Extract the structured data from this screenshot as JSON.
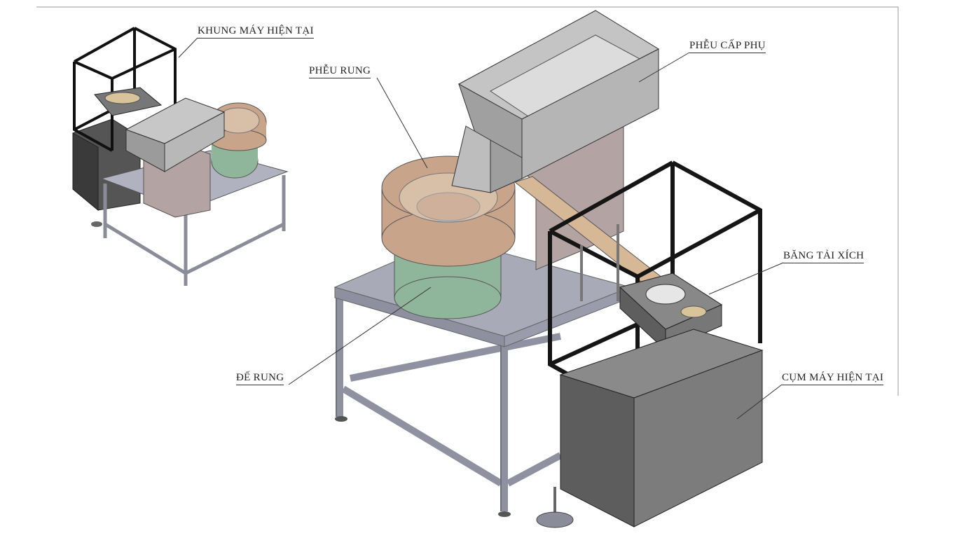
{
  "labels": {
    "khung_may": "KHUNG MÁY HIỆN TẠI",
    "pheu_rung": "PHỄU RUNG",
    "pheu_cap_phu": "PHỄU CẤP PHỤ",
    "bang_tai_xich": "BĂNG TẢI XÍCH",
    "cum_may": "CỤM MÁY HIỆN TẠI",
    "de_rung": "ĐẾ RUNG"
  },
  "colors": {
    "frame_black": "#1a1a1a",
    "steel_frame": "#9a9caa",
    "table_top": "#a8aab8",
    "hopper_gray": "#a9a9a9",
    "bowl_tan": "#c8a48a",
    "bowl_inner": "#d8bfa8",
    "base_green": "#8fb59a",
    "panel_pink": "#b3a3a3",
    "cabinet_gray": "#6c6c6c"
  }
}
